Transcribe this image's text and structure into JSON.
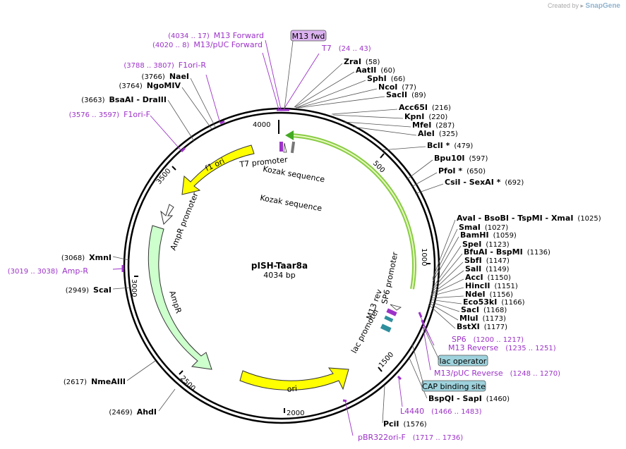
{
  "credit": {
    "text": "Created by",
    "brand": "SnapGene"
  },
  "plasmid": {
    "name": "pISH-Taar8a",
    "size": "4034 bp"
  },
  "ticks": [
    "500",
    "1000",
    "1500",
    "2000",
    "2500",
    "3000",
    "3500",
    "4000"
  ],
  "sites_right": [
    {
      "name": "ZraI",
      "pos": "(58)"
    },
    {
      "name": "AatII",
      "pos": "(60)"
    },
    {
      "name": "SphI",
      "pos": "(66)"
    },
    {
      "name": "NcoI",
      "pos": "(77)"
    },
    {
      "name": "SacII",
      "pos": "(89)"
    },
    {
      "name": "Acc65I",
      "pos": "(216)"
    },
    {
      "name": "KpnI",
      "pos": "(220)"
    },
    {
      "name": "MfeI",
      "pos": "(287)"
    },
    {
      "name": "AleI",
      "pos": "(325)"
    },
    {
      "name": "BclI *",
      "pos": "(479)"
    },
    {
      "name": "Bpu10I",
      "pos": "(597)"
    },
    {
      "name": "PfoI *",
      "pos": "(650)"
    },
    {
      "name": "CsiI  - SexAI *",
      "pos": "(692)"
    },
    {
      "name": "AvaI  - BsoBI  - TspMI  - XmaI",
      "pos": "(1025)"
    },
    {
      "name": "SmaI",
      "pos": "(1027)"
    },
    {
      "name": "BamHI",
      "pos": "(1059)"
    },
    {
      "name": "SpeI",
      "pos": "(1123)"
    },
    {
      "name": "BfuAI  - BspMI",
      "pos": "(1136)"
    },
    {
      "name": "SbfI",
      "pos": "(1147)"
    },
    {
      "name": "SalI",
      "pos": "(1149)"
    },
    {
      "name": "AccI",
      "pos": "(1150)"
    },
    {
      "name": "HincII",
      "pos": "(1151)"
    },
    {
      "name": "NdeI",
      "pos": "(1156)"
    },
    {
      "name": "Eco53kI",
      "pos": "(1166)"
    },
    {
      "name": "SacI",
      "pos": "(1168)"
    },
    {
      "name": "MluI",
      "pos": "(1173)"
    },
    {
      "name": "BstXI",
      "pos": "(1177)"
    },
    {
      "name": "BspQI  - SapI",
      "pos": "(1460)"
    },
    {
      "name": "PciI",
      "pos": "(1576)"
    }
  ],
  "sites_left": [
    {
      "name": "NaeI",
      "pos": "(3766)"
    },
    {
      "name": "NgoMIV",
      "pos": "(3764)"
    },
    {
      "name": "BsaAI  - DraIII",
      "pos": "(3663)"
    },
    {
      "name": "XmnI",
      "pos": "(3068)"
    },
    {
      "name": "ScaI",
      "pos": "(2949)"
    },
    {
      "name": "NmeAIII",
      "pos": "(2617)"
    },
    {
      "name": "AhdI",
      "pos": "(2469)"
    }
  ],
  "features_purple": [
    {
      "name": "M13 Forward",
      "pos": "(4034 .. 17)"
    },
    {
      "name": "M13/pUC Forward",
      "pos": "(4020 .. 8)"
    },
    {
      "name": "F1ori-R",
      "pos": "(3788 .. 3807)"
    },
    {
      "name": "F1ori-F",
      "pos": "(3576 .. 3597)"
    },
    {
      "name": "Amp-R",
      "pos": "(3019 .. 3038)"
    },
    {
      "name": "T7",
      "pos": "(24 .. 43)"
    },
    {
      "name": "SP6",
      "pos": "(1200 .. 1217)"
    },
    {
      "name": "M13 Reverse",
      "pos": "(1235 .. 1251)"
    },
    {
      "name": "M13/pUC Reverse",
      "pos": "(1248 .. 1270)"
    },
    {
      "name": "L4440",
      "pos": "(1466 .. 1483)"
    },
    {
      "name": "pBR322ori-F",
      "pos": "(1717 .. 1736)"
    }
  ],
  "boxed_features": [
    {
      "name": "M13 fwd"
    },
    {
      "name": "lac operator"
    },
    {
      "name": "CAP binding site"
    }
  ],
  "inner_labels": {
    "t7_promoter": "T7 promoter",
    "kozak1": "Kozak sequence",
    "kozak2": "Kozak sequence",
    "f1_ori": "f1 ori",
    "ampr_promoter": "AmpR promoter",
    "ampr": "AmpR",
    "ori": "ori",
    "m13_rev": "M13 rev",
    "sp6_promoter": "SP6 promoter",
    "lac_promoter": "lac promoter"
  },
  "colors": {
    "yellow": "#ffff00",
    "green": "#ccffcc",
    "purple_text": "#9c32c8",
    "purple_box": "#dbb3f0",
    "teal_box": "#9ed2dc",
    "teal_feature": "#2f8f9d",
    "gene_outline": "#88cc44"
  }
}
